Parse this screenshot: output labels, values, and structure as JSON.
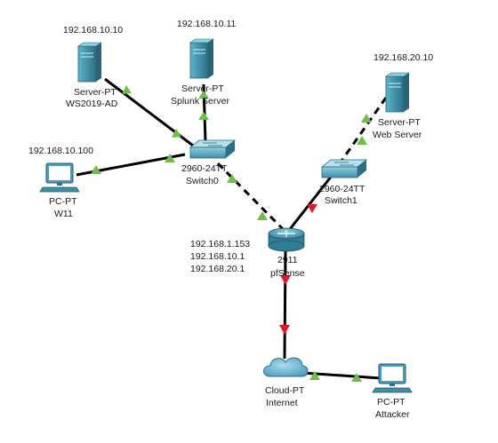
{
  "devices": {
    "ws2019": {
      "type_label": "Server-PT",
      "name": "WS2019-AD",
      "ip": "192.168.10.10",
      "icon": "server-icon"
    },
    "splunk": {
      "type_label": "Server-PT",
      "name": "Splunk Server",
      "ip": "192.168.10.11",
      "icon": "server-icon"
    },
    "web": {
      "type_label": "Server-PT",
      "name": "Web Server",
      "ip": "192.168.20.10",
      "icon": "server-icon"
    },
    "w11": {
      "type_label": "PC-PT",
      "name": "W11",
      "ip": "192.168.10.100",
      "icon": "pc-icon"
    },
    "switch0": {
      "type_label": "2960-24TT",
      "name": "Switch0",
      "icon": "switch-icon"
    },
    "switch1": {
      "type_label": "2960-24TT",
      "name": "Switch1",
      "icon": "switch-icon"
    },
    "pfsense": {
      "type_label": "2911",
      "name": "pfSense",
      "ips": [
        "192.168.1.153",
        "192.168.10.1",
        "192.168.20.1"
      ],
      "icon": "router-icon"
    },
    "internet": {
      "type_label": "Cloud-PT",
      "name": "Internet",
      "icon": "cloud-icon"
    },
    "attacker": {
      "type_label": "PC-PT",
      "name": "Attacker",
      "icon": "pc-icon"
    }
  },
  "links": [
    {
      "from": "ws2019",
      "to": "switch0",
      "style": "solid",
      "status": "up"
    },
    {
      "from": "splunk",
      "to": "switch0",
      "style": "solid",
      "status": "up"
    },
    {
      "from": "w11",
      "to": "switch0",
      "style": "solid",
      "status": "up"
    },
    {
      "from": "switch0",
      "to": "pfsense",
      "style": "dashed",
      "status": "up"
    },
    {
      "from": "web",
      "to": "switch1",
      "style": "dashed",
      "status": "up"
    },
    {
      "from": "switch1",
      "to": "pfsense",
      "style": "solid",
      "status": "down"
    },
    {
      "from": "pfsense",
      "to": "internet",
      "style": "solid",
      "status": "down"
    },
    {
      "from": "internet",
      "to": "attacker",
      "style": "solid",
      "status": "up"
    }
  ],
  "colors": {
    "link_up": "#6cc04a",
    "link_down": "#e0192d",
    "device_teal": "#3f8fa6",
    "cloud": "#5aa7c4"
  }
}
